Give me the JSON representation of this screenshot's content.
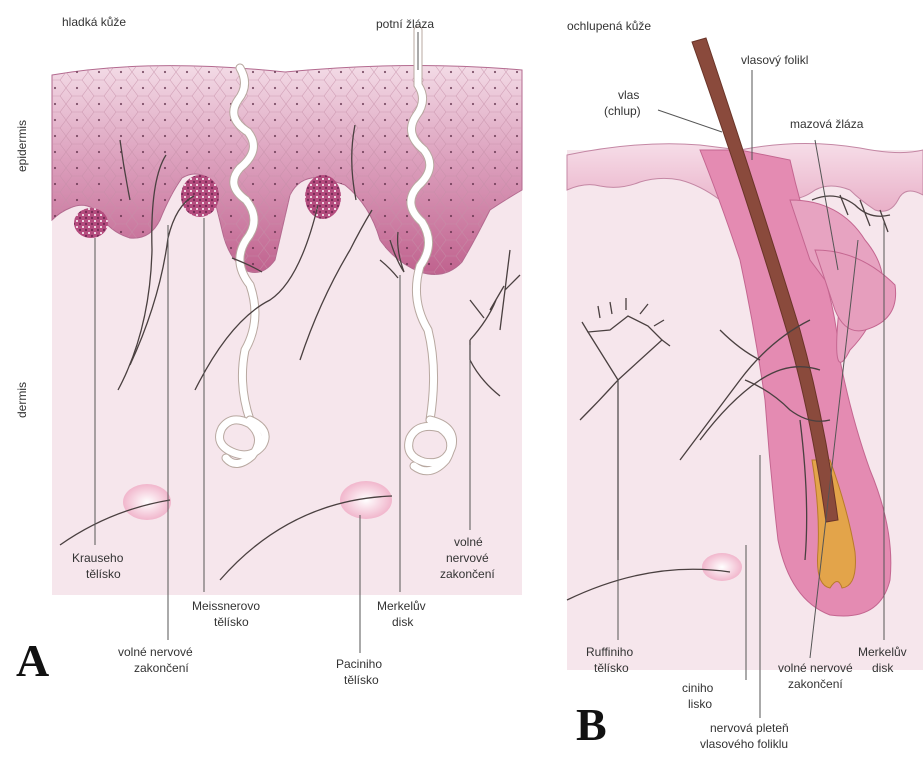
{
  "panel_a": {
    "letter": "A",
    "heading": "hladká kůže",
    "layer_epidermis": "epidermis",
    "layer_dermis": "dermis",
    "gland": "potní žláza",
    "krause_1": "Krauseho",
    "krause_2": "tělísko",
    "meissner_1": "Meissnerovo",
    "meissner_2": "tělísko",
    "merkel_1": "Merkelův",
    "merkel_2": "disk",
    "free_1": "volné",
    "free_2": "nervové",
    "free_3": "zakončení",
    "free_b_1": "volné nervové",
    "free_b_2": "zakončení",
    "pacini_1": "Paciniho",
    "pacini_2": "tělísko"
  },
  "panel_b": {
    "letter": "B",
    "heading": "ochlupená kůže",
    "hair_1": "vlas",
    "hair_2": "(chlup)",
    "follicle": "vlasový folikl",
    "sebaceous": "mazová žláza",
    "ruffini_1": "Ruffiniho",
    "ruffini_2": "tělísko",
    "merkel_1": "Merkelův",
    "merkel_2": "disk",
    "pacini_1": "ciniho",
    "pacini_2": "lisko",
    "free_1": "volné nervové",
    "free_2": "zakončení",
    "plexus_1": "nervová pleteň",
    "plexus_2": "vlasového folikl​u"
  },
  "colors": {
    "dermis": "#f6e6ec",
    "epidermis_top": "#f0d4e0",
    "epidermis_deep": "#c0628e",
    "follicle": "#e48bb2",
    "hair": "#8a4a3c",
    "papilla": "#e3a44a"
  }
}
